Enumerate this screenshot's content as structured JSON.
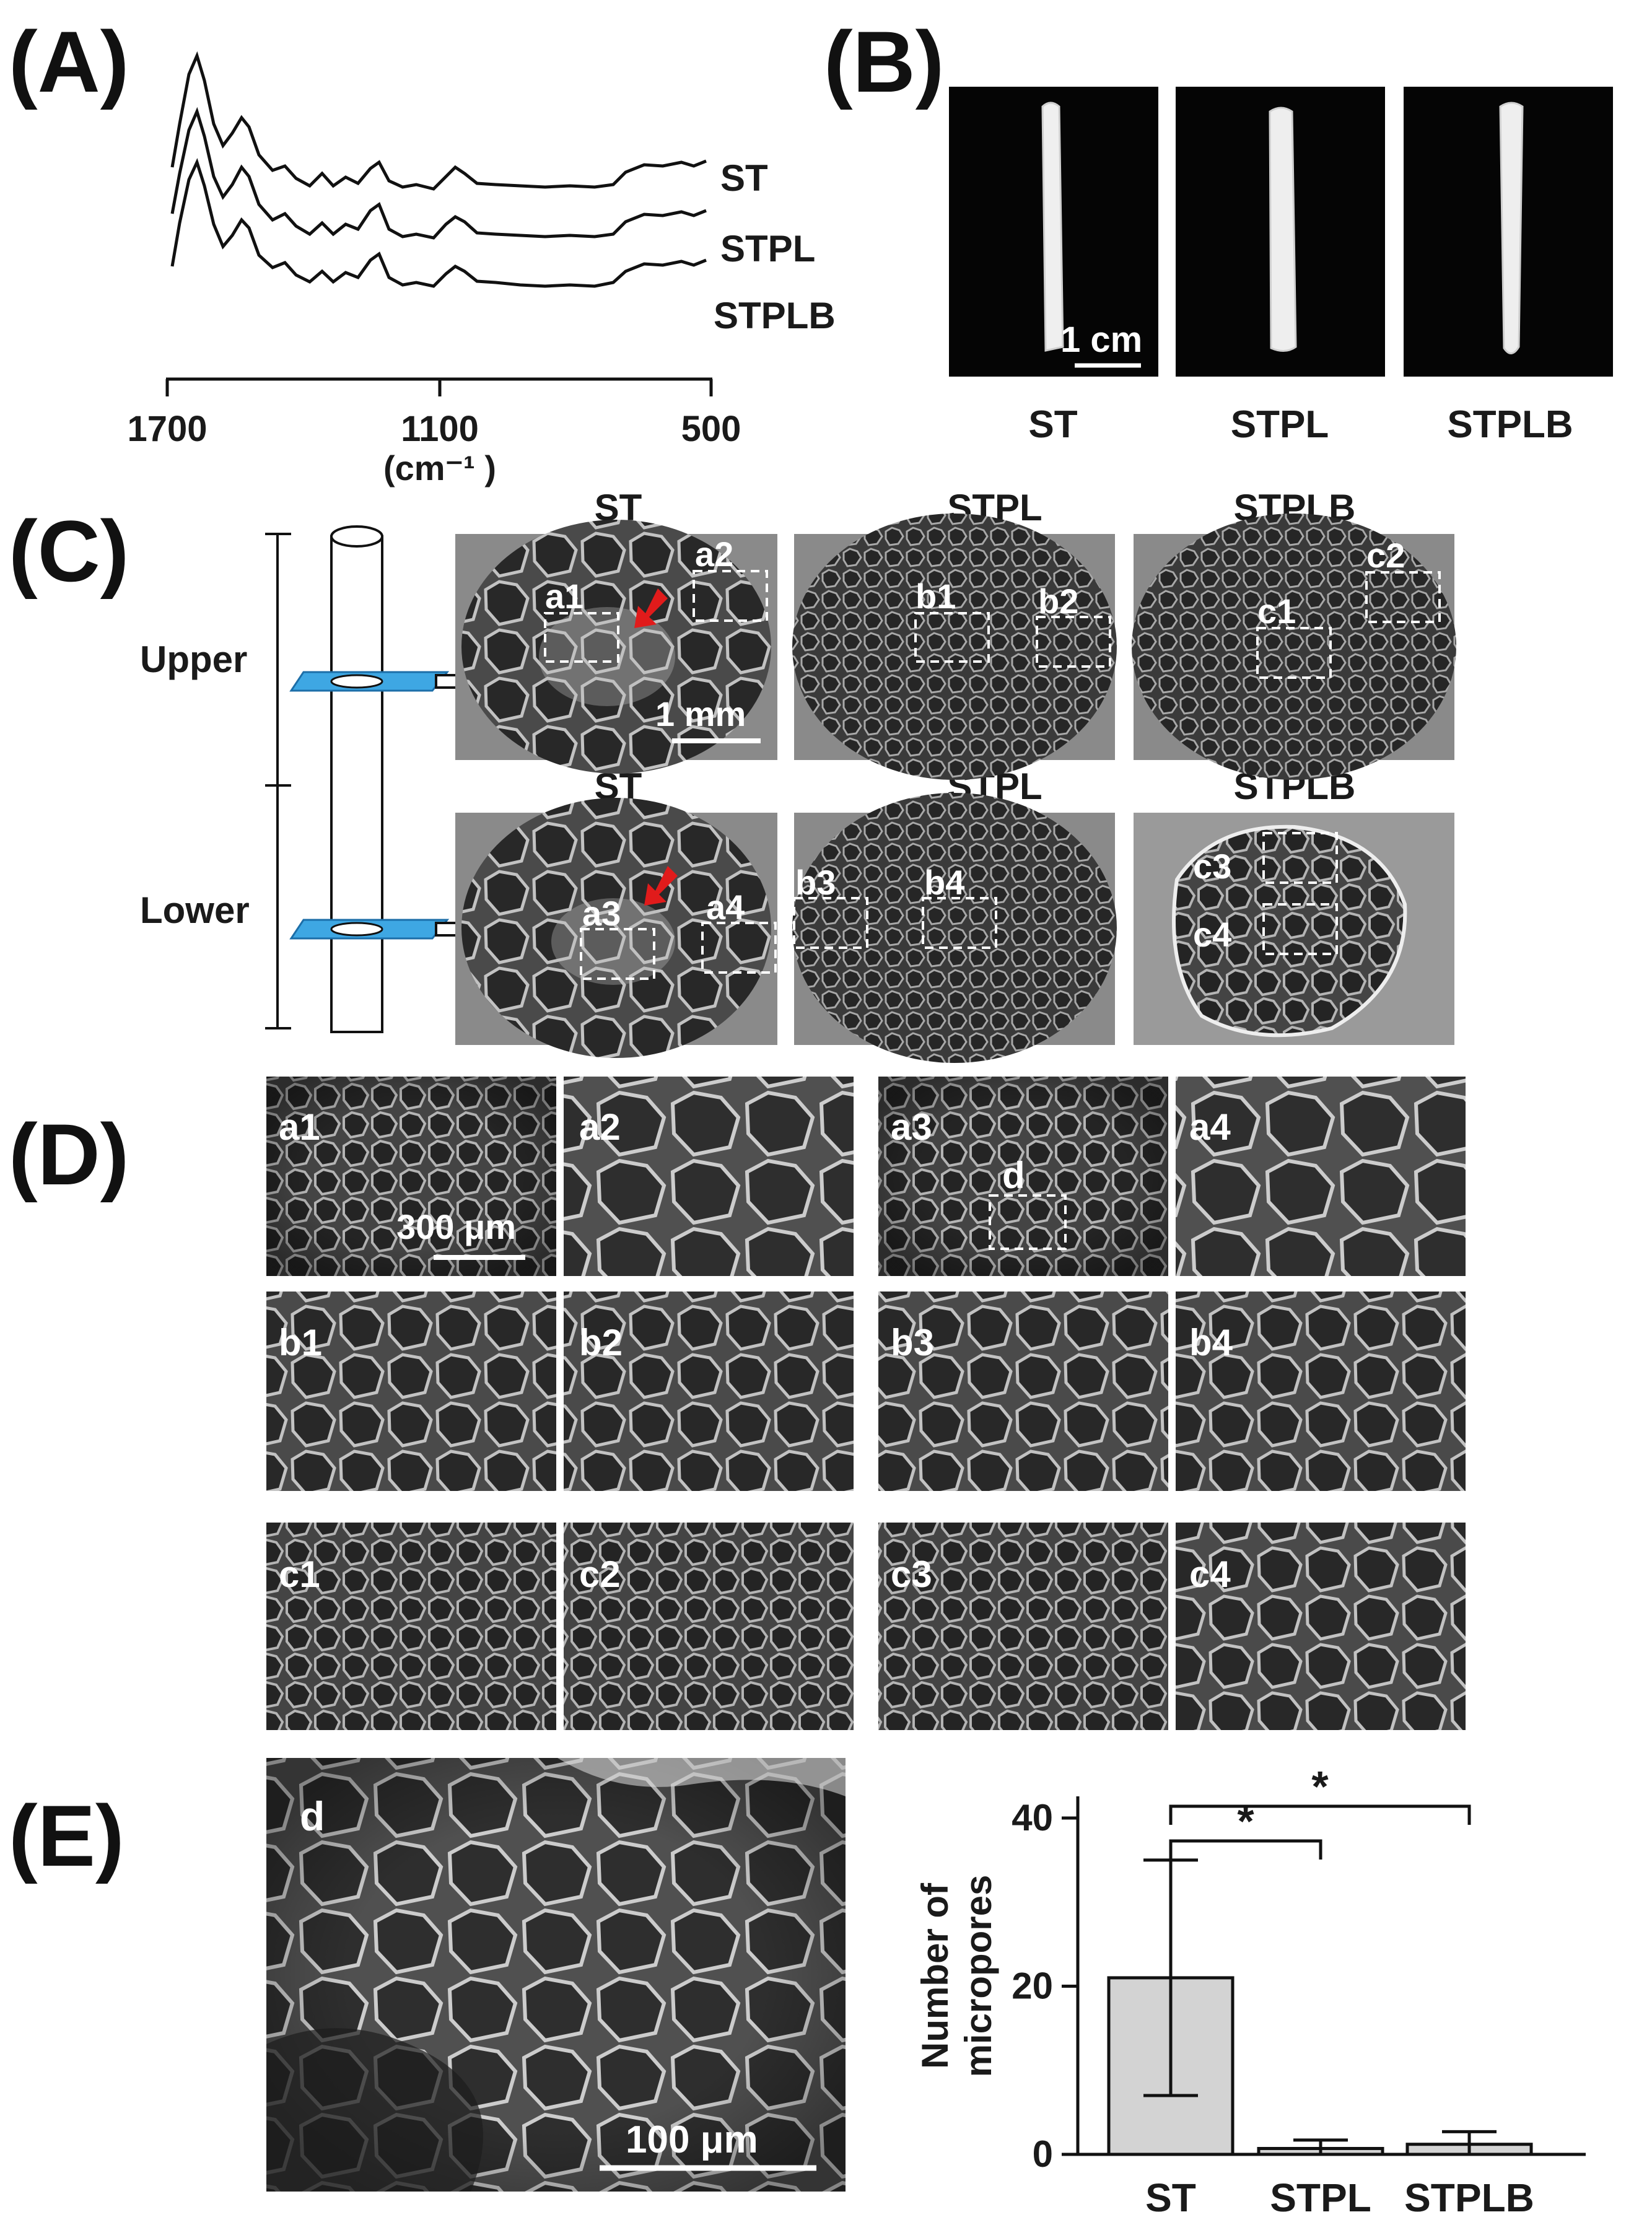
{
  "panels": {
    "A": "(A)",
    "B": "(B)",
    "C": "(C)",
    "D": "(D)",
    "E": "(E)"
  },
  "panel_a": {
    "series_labels": [
      "ST",
      "STPL",
      "STPLB"
    ],
    "ticks": [
      "1700",
      "1100",
      "500"
    ],
    "unit": "(cm⁻¹ )"
  },
  "panel_b": {
    "labels": [
      "ST",
      "STPL",
      "STPLB"
    ],
    "scale": "1 cm"
  },
  "panel_c": {
    "upper": "Upper",
    "lower": "Lower",
    "columns_upper": [
      "ST",
      "STPL",
      "STPLB"
    ],
    "columns_lower": [
      "ST",
      "STPL",
      "STPLB"
    ],
    "roi_upper": [
      [
        "a1",
        "a2"
      ],
      [
        "b1",
        "b2"
      ],
      [
        "c1",
        "c2"
      ]
    ],
    "roi_lower": [
      [
        "a3",
        "a4"
      ],
      [
        "b3",
        "b4"
      ],
      [
        "c3",
        "c4"
      ]
    ],
    "scale": "1 mm"
  },
  "panel_d": {
    "tiles": [
      [
        "a1",
        "a2",
        "a3",
        "a4"
      ],
      [
        "b1",
        "b2",
        "b3",
        "b4"
      ],
      [
        "c1",
        "c2",
        "c3",
        "c4"
      ]
    ],
    "roi_label": "d",
    "scale": "300 μm"
  },
  "panel_e": {
    "image_label": "d",
    "scale": "100 μm"
  },
  "chart_data": {
    "type": "bar",
    "categories": [
      "ST",
      "STPL",
      "STPLB"
    ],
    "values": [
      21,
      0.7,
      1.2
    ],
    "error": [
      14,
      1.0,
      1.5
    ],
    "ylabel_line1": "Number of",
    "ylabel_line2": "micropores",
    "ylim": [
      0,
      40
    ],
    "yticks": [
      0,
      20,
      40
    ],
    "significance": [
      {
        "from": "ST",
        "to": "STPL",
        "label": "*"
      },
      {
        "from": "ST",
        "to": "STPLB",
        "label": "*"
      }
    ],
    "bar_colors": [
      "#d3d3d3",
      "#d3d3d3",
      "#d3d3d3"
    ]
  }
}
